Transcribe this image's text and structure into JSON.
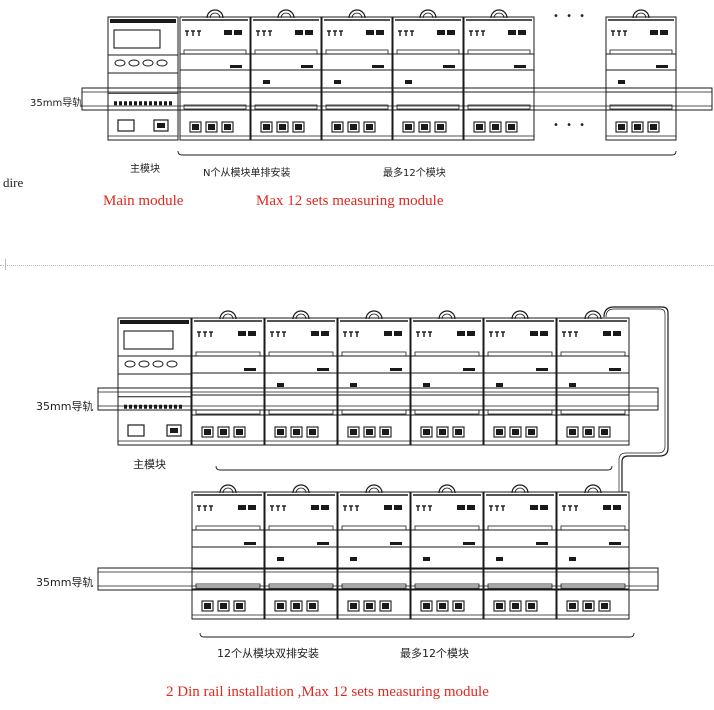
{
  "top": {
    "rail_label": "35mm导轨",
    "main_label": "主模块",
    "slave_label": "N个从模块单排安装",
    "max_label": "最多12个模块",
    "side_text": "dire",
    "caption_main": "Main module",
    "caption_max": "Max 12 sets measuring module",
    "ellipsis": "• • •"
  },
  "bottom": {
    "rail_label_1": "35mm导轨",
    "rail_label_2": "35mm导轨",
    "main_label": "主模块",
    "slave_label": "12个从模块双排安装",
    "max_label": "最多12个模块",
    "caption": "2 Din rail installation ,Max 12 sets measuring module"
  },
  "colors": {
    "line": "#1a1a1a",
    "caption": "#e0281e"
  }
}
